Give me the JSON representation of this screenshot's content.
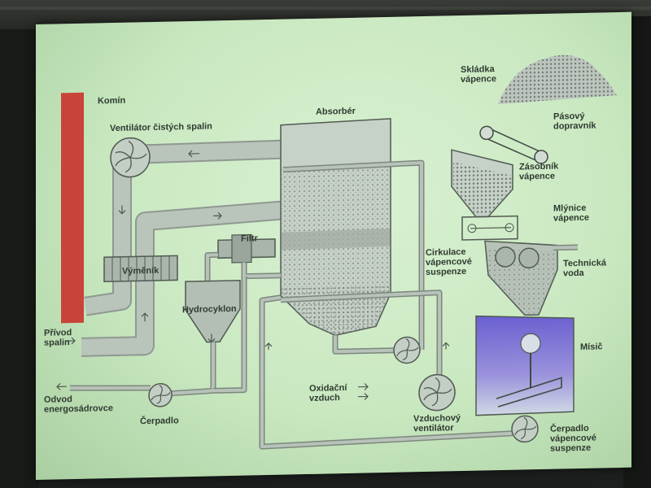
{
  "labels": {
    "komin": "Komín",
    "ventilator_cistych_spalin": "Ventilátor čistých spalin",
    "absorber": "Absorbér",
    "skladka_1": "Skládka",
    "skladka_2": "vápence",
    "pasovy_1": "Pásový",
    "pasovy_2": "dopravník",
    "zasobnik_1": "Zásobník",
    "zasobnik_2": "vápence",
    "mlynice_1": "Mlýnice",
    "mlynice_2": "vápence",
    "technicka_1": "Technická",
    "technicka_2": "voda",
    "cirkulace_1": "Cirkulace",
    "cirkulace_2": "vápencové",
    "cirkulace_3": "suspenze",
    "vymenik": "Výměník",
    "filtr": "Filtr",
    "hydrocyklon": "Hydrocyklon",
    "privod_1": "Přívod",
    "privod_2": "spalin",
    "odvod_1": "Odvod",
    "odvod_2": "energosádrovce",
    "cerpadlo": "Čerpadlo",
    "oxidacni_1": "Oxidační",
    "oxidacni_2": "vzduch",
    "vzduchovy_1": "Vzduchový",
    "vzduchovy_2": "ventilátor",
    "misic": "Mísič",
    "cerpadlo_susp_1": "Čerpadlo",
    "cerpadlo_susp_2": "vápencové",
    "cerpadlo_susp_3": "suspenze"
  },
  "colors": {
    "chimney": "#c8443a",
    "mixer": "#7a6fd0",
    "pipe": "#b9c4bb",
    "pipe_outline": "#8f9892",
    "text": "#2f3a30",
    "screen": "#d3eecb"
  }
}
